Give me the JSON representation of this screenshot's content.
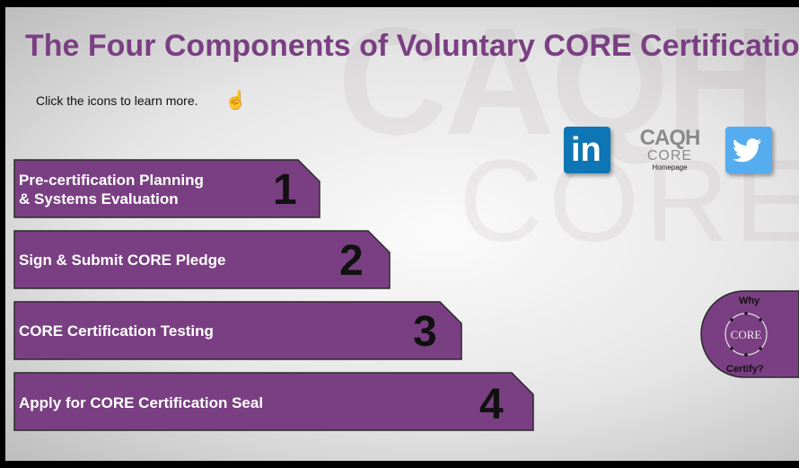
{
  "slide": {
    "title": "The Four Components of Voluntary CORE Certification",
    "hint": "Click the icons to learn more.",
    "watermark_top": "CAQH",
    "watermark_bottom": "CORE"
  },
  "steps": [
    {
      "label_line1": "Pre-certification Planning",
      "label_line2": "& Systems Evaluation",
      "number": "1"
    },
    {
      "label_line1": "Sign & Submit CORE Pledge",
      "label_line2": "",
      "number": "2"
    },
    {
      "label_line1": "CORE Certification Testing",
      "label_line2": "",
      "number": "3"
    },
    {
      "label_line1": "Apply for CORE Certification Seal",
      "label_line2": "",
      "number": "4"
    }
  ],
  "links": {
    "linkedin_text": "in",
    "caqh_line1": "CAQH",
    "caqh_line2": "CORE",
    "caqh_line3": "Homepage"
  },
  "why_badge": {
    "top": "Why",
    "center": "CORE",
    "bottom": "Certify?"
  },
  "colors": {
    "step_fill": "#7a3f82",
    "title": "#7a3f82",
    "linkedin": "#0e76b4",
    "twitter": "#55acee"
  },
  "icons": [
    "pointer-hand-icon",
    "linkedin-icon",
    "caqh-core-logo",
    "twitter-icon",
    "core-badge-icon"
  ]
}
